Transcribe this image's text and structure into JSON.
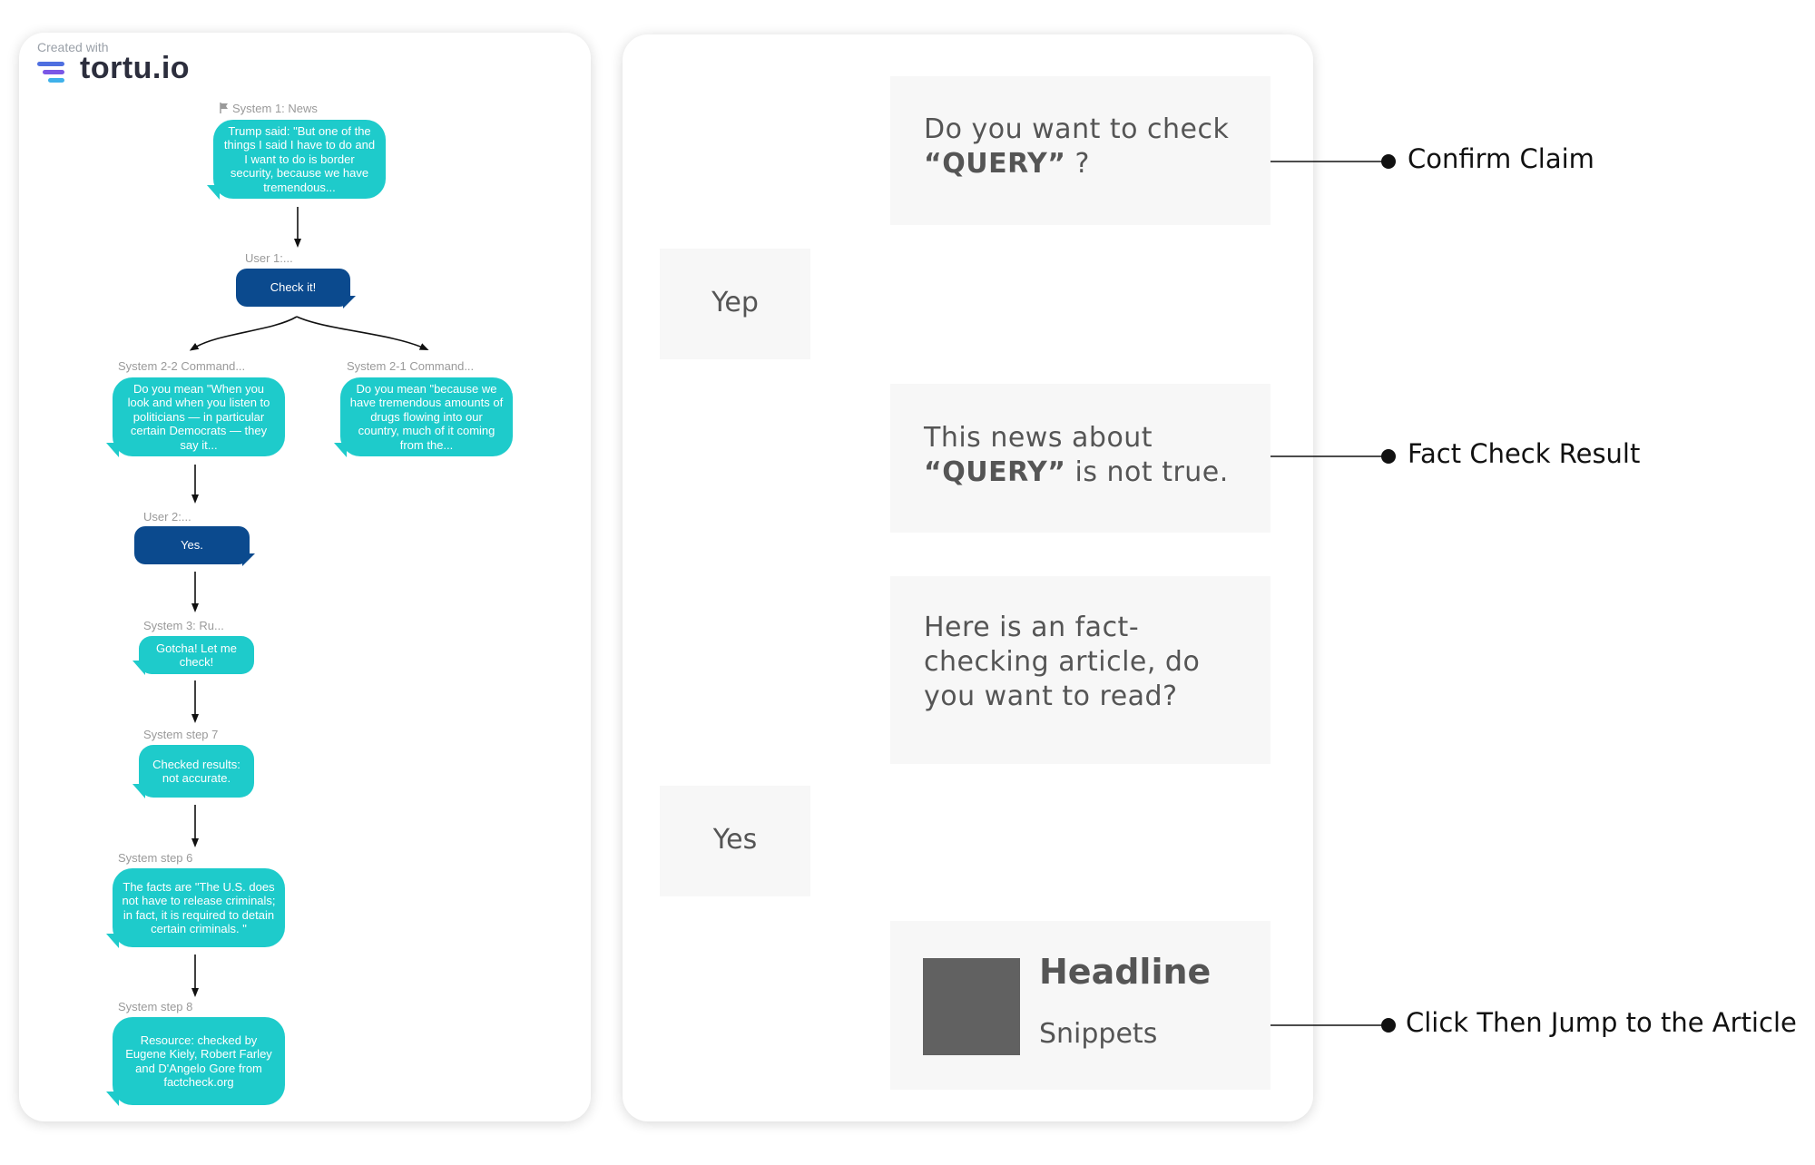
{
  "branding": {
    "created_with": "Created with",
    "logo_text": "tortu.io",
    "logo_colors": [
      "#4f6fe0",
      "#7a57e6",
      "#3fb1ea"
    ]
  },
  "flow": {
    "nodes": [
      {
        "id": "system-1",
        "label": "System 1: News",
        "text": "Trump said: \"But one of the things I said I have to do and I want to do is border security, because we have tremendous...",
        "kind": "system"
      },
      {
        "id": "user-1",
        "label": "User 1:...",
        "text": "Check it!",
        "kind": "user"
      },
      {
        "id": "system-2-2",
        "label": "System 2-2 Command...",
        "text": "Do you mean \"When you look and when you listen to politicians — in particular certain Democrats — they say it...",
        "kind": "system"
      },
      {
        "id": "system-2-1",
        "label": "System 2-1 Command...",
        "text": "Do you mean \"because we have tremendous amounts of drugs flowing into our country, much of it coming from the...",
        "kind": "system"
      },
      {
        "id": "user-2",
        "label": "User 2:...",
        "text": "Yes.",
        "kind": "user"
      },
      {
        "id": "system-3",
        "label": "System 3: Ru...",
        "text": "Gotcha! Let me check!",
        "kind": "system"
      },
      {
        "id": "system-7",
        "label": "System step 7",
        "text": "Checked results: not accurate.",
        "kind": "system"
      },
      {
        "id": "system-6",
        "label": "System step 6",
        "text": "The facts are \"The U.S. does not have to release criminals; in fact, it is required to detain certain criminals. \"",
        "kind": "system"
      },
      {
        "id": "system-8",
        "label": "System step 8",
        "text": "Resource: checked by Eugene Kiely, Robert Farley and D'Angelo Gore from factcheck.org",
        "kind": "system"
      }
    ],
    "colors": {
      "system": "#1ecbcb",
      "user": "#0b4a8e",
      "label": "#9a9a9a"
    }
  },
  "chat": {
    "confirm_prefix": "Do you want to check",
    "confirm_query": "“QUERY”",
    "confirm_suffix": " ?",
    "reply_1": "Yep",
    "result_prefix": "This news about",
    "result_query": "“QUERY”",
    "result_suffix": " is not true.",
    "article_offer": "Here is an fact-checking article, do you want to read?",
    "reply_2": "Yes",
    "card_headline": "Headline",
    "card_snippets": "Snippets",
    "box_color": "#f7f7f7",
    "text_color": "#555555"
  },
  "annotations": {
    "confirm_claim": "Confirm Claim",
    "fact_check_result": "Fact Check Result",
    "click_jump": "Click Then Jump to the Article"
  }
}
